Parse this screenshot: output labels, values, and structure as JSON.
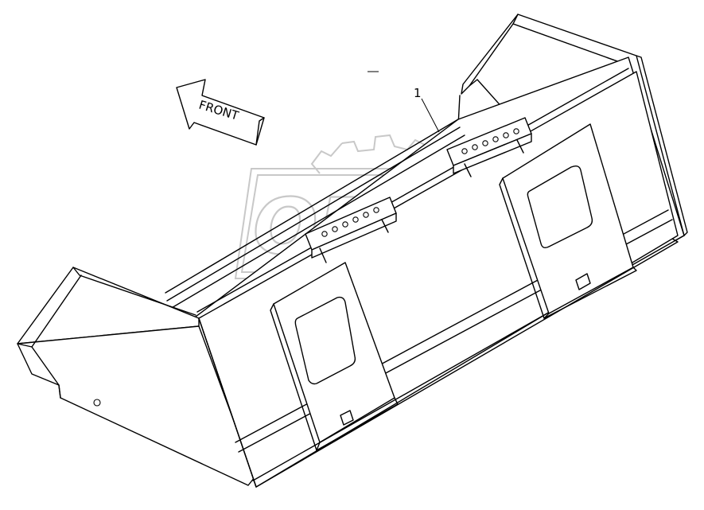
{
  "diagram": {
    "direction_label": "FRONT",
    "callouts": [
      {
        "number": "1"
      }
    ],
    "watermark_text": "OPEX"
  }
}
